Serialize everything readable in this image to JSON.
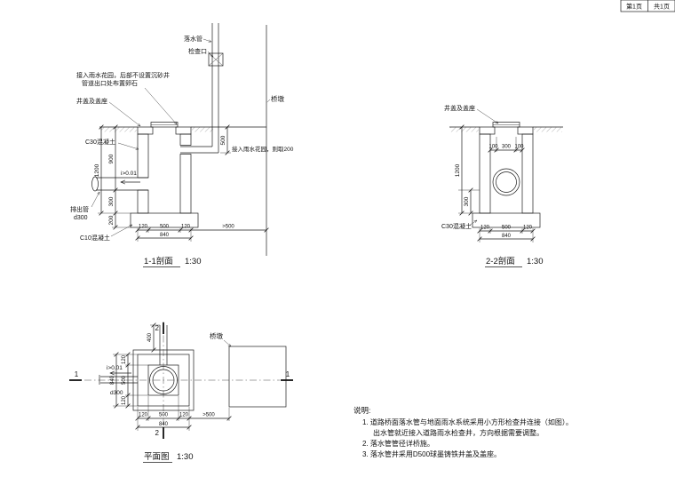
{
  "title_block": {
    "page": "第1页",
    "total": "共1页"
  },
  "section1": {
    "title": "1-1剖面",
    "scale": "1:30",
    "labels": {
      "downpipe": "落水管",
      "inspection_port": "检查口",
      "garden_note_line1": "接入雨水花园，后部不设置沉砂井",
      "garden_note_line2": "管道出口处布置卵石",
      "cover": "井盖及盖座",
      "c30": "C30混凝土",
      "c10": "C10混凝土",
      "outlet_pipe": "排出管",
      "outlet_dia": "d300",
      "slope": "i>0.01",
      "pier": "桥墩",
      "garden_200_note": "接入雨水花园，则取200"
    },
    "dims": {
      "d900": "900",
      "d300v": "300",
      "d200": "200",
      "d1200": "1200",
      "d500r": "500",
      "w120a": "120",
      "w500": "500",
      "w120b": "120",
      "w840": "840",
      "gap500": ">500"
    }
  },
  "section2": {
    "title": "2-2剖面",
    "scale": "1:30",
    "labels": {
      "cover": "井盖及盖座",
      "c30": "C30混凝土"
    },
    "dims": {
      "t100a": "100",
      "t300": "300",
      "t100b": "100",
      "d1200": "1200",
      "d300v": "300",
      "w120a": "120",
      "w500": "500",
      "w120b": "120",
      "w840": "840"
    }
  },
  "plan": {
    "title": "平面图",
    "scale": "1:30",
    "labels": {
      "pier": "桥墩",
      "slope": "i>0.01",
      "outlet_dia": "d300"
    },
    "dims": {
      "d400": "400",
      "l120a": "120",
      "l500": "500",
      "l120b": "120",
      "l840": "840",
      "b120a": "120",
      "b500": "500",
      "b120b": "120",
      "b840": "840",
      "gap500": ">500"
    },
    "marks": {
      "m1": "1",
      "m2": "2"
    }
  },
  "notes": {
    "heading": "说明:",
    "lines": [
      "1. 道路桥面落水管与地面雨水系统采用小方形检查井连接（如图）。",
      "出水管就近接入道路雨水检查井，方向根据需要调整。",
      "2. 落水管管径详桥施。",
      "3. 落水管井采用D500球墨铸铁井盖及盖座。"
    ]
  }
}
